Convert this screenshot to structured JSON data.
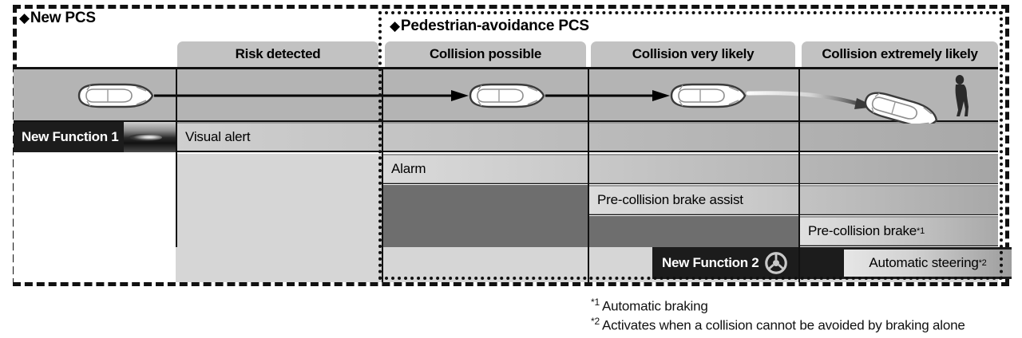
{
  "groups": {
    "new_pcs": {
      "marker": "◆",
      "label": "New PCS"
    },
    "pedestrian_pcs": {
      "marker": "◆",
      "label": "Pedestrian-avoidance PCS"
    }
  },
  "columns": [
    {
      "id": "risk-detected",
      "label": "Risk detected"
    },
    {
      "id": "collision-possible",
      "label": "Collision possible"
    },
    {
      "id": "collision-very-likely",
      "label": "Collision very likely"
    },
    {
      "id": "collision-extremely-likely",
      "label": "Collision extremely likely"
    }
  ],
  "functions": {
    "new_function_1": {
      "label": "New Function 1",
      "icon": "head-up-display-thumbnail"
    },
    "new_function_2": {
      "label": "New Function 2",
      "icon": "steering-wheel-icon"
    }
  },
  "actions": [
    {
      "id": "visual-alert",
      "label": "Visual alert",
      "starts_at": "risk-detected"
    },
    {
      "id": "alarm",
      "label": "Alarm",
      "starts_at": "collision-possible"
    },
    {
      "id": "pre-collision-brake-assist",
      "label": "Pre-collision brake assist",
      "starts_at": "collision-very-likely"
    },
    {
      "id": "pre-collision-brake",
      "label": "Pre-collision brake",
      "note": "*1",
      "starts_at": "collision-extremely-likely"
    },
    {
      "id": "automatic-steering",
      "label": "Automatic steering",
      "note": "*2",
      "starts_at": "collision-extremely-likely"
    }
  ],
  "bars": {
    "visual_alert": "Visual alert",
    "alarm": "Alarm",
    "brake_assist": "Pre-collision brake assist",
    "brake": "Pre-collision brake",
    "brake_note": "*1",
    "steering": "Automatic steering",
    "steering_note": "*2"
  },
  "footnotes": [
    {
      "marker": "*1",
      "text": "Automatic braking"
    },
    {
      "marker": "*2",
      "text": "Activates when a collision cannot be avoided by braking alone"
    }
  ],
  "scene": {
    "description": "Top-down car travelling right across four risk stages, swerving around a pedestrian",
    "items": [
      "car-top-view",
      "car-top-view",
      "car-top-view",
      "car-top-view-swerving",
      "pedestrian-silhouette",
      "arrow-right",
      "arrow-curved-right"
    ]
  },
  "colors": {
    "frame": "#111111",
    "header_fill": "#c2c2c2",
    "scene_fill": "#b4b4b4",
    "band_fill": "#9a9a9a",
    "dark_block": "#6e6e6e",
    "light_block": "#d6d6d6",
    "chip_black": "#1c1c1c"
  }
}
